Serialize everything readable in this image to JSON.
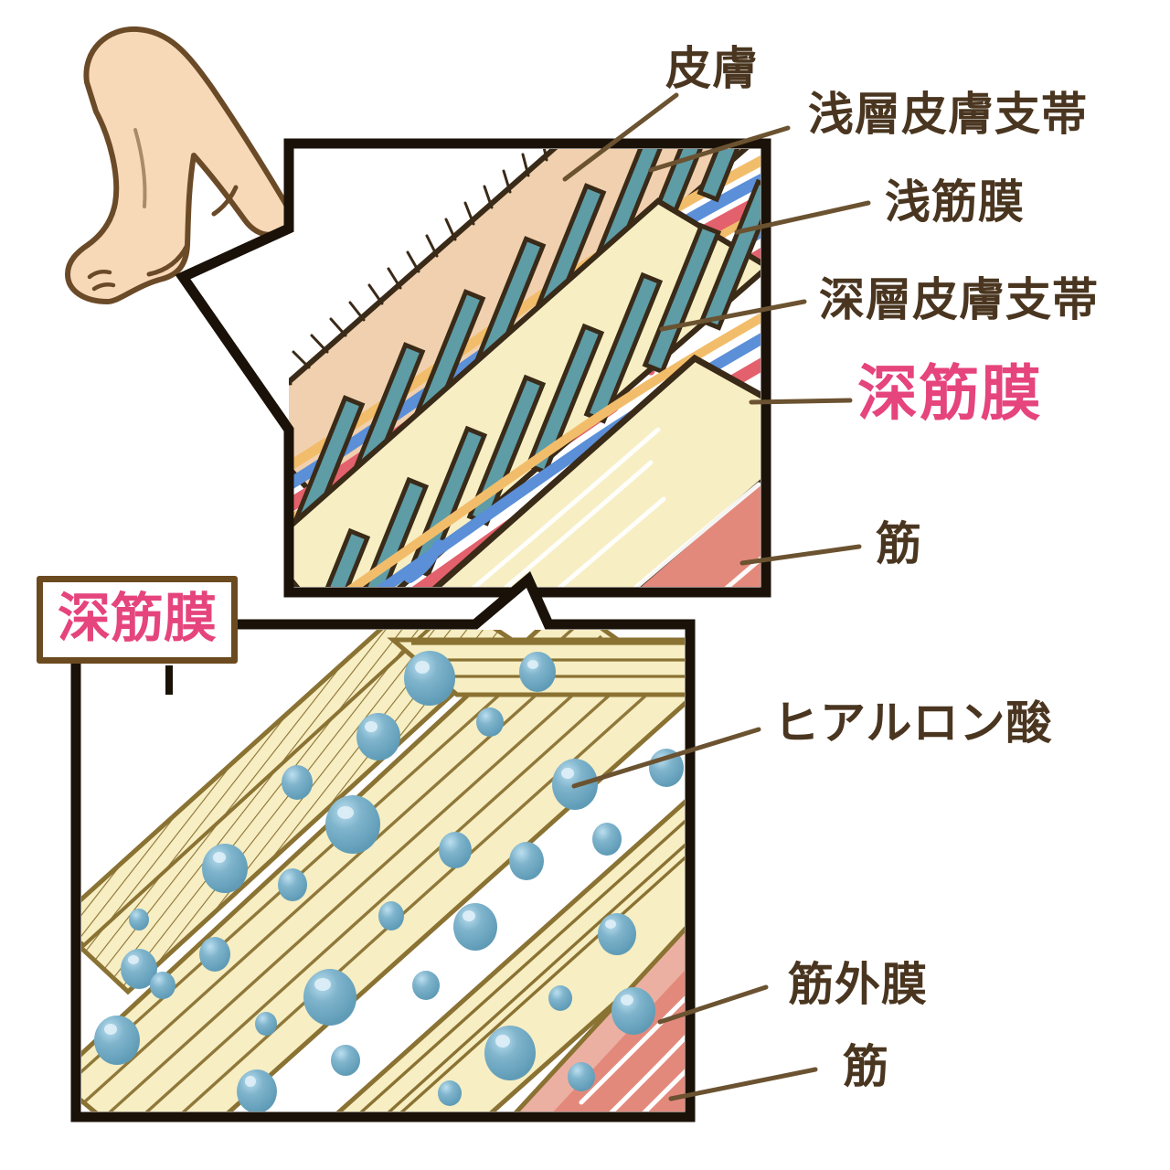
{
  "figure": {
    "title_hidden": "",
    "colors": {
      "skin": "#f7d9b8",
      "skin_outline": "#6b4a28",
      "fascia_cream": "#f7eec3",
      "fascia_line": "#8a7233",
      "retinaculum_teal": "#5e9ca6",
      "artery_red": "#e3616c",
      "vein_blue": "#5b8fd8",
      "nerve_orange": "#f2bd6a",
      "muscle_salmon": "#e3897c",
      "hyaluronic_blue": "#6ea8c2",
      "outline_dark": "#3a2a18",
      "panel_border": "#1a1208",
      "label_brown": "#4a3620",
      "accent_pink": "#e5447c",
      "box_border_brown": "#6b4a20"
    }
  },
  "arm": {
    "name": "flexed-arm-illustration"
  },
  "upper_panel": {
    "name": "upper-cross-section-panel",
    "layers": [
      {
        "key": "skin",
        "label": "皮膚"
      },
      {
        "key": "superficial_retinaculum",
        "label": "浅層皮膚支帯"
      },
      {
        "key": "superficial_fascia",
        "label": "浅筋膜"
      },
      {
        "key": "deep_retinaculum",
        "label": "深層皮膚支帯"
      },
      {
        "key": "deep_fascia",
        "label": "深筋膜"
      },
      {
        "key": "muscle",
        "label": "筋"
      }
    ]
  },
  "lower_panel": {
    "name": "lower-deep-fascia-detail-panel",
    "box_label": "深筋膜",
    "layers": [
      {
        "key": "hyaluronic_acid",
        "label": "ヒアルロン酸"
      },
      {
        "key": "epimysium",
        "label": "筋外膜"
      },
      {
        "key": "muscle",
        "label": "筋"
      }
    ]
  },
  "labels": {
    "skin": "皮膚",
    "superficial_retinaculum": "浅層皮膚支帯",
    "superficial_fascia": "浅筋膜",
    "deep_retinaculum": "深層皮膚支帯",
    "deep_fascia": "深筋膜",
    "muscle_upper": "筋",
    "hyaluronic_acid": "ヒアルロン酸",
    "epimysium": "筋外膜",
    "muscle_lower": "筋",
    "deep_fascia_box": "深筋膜"
  }
}
